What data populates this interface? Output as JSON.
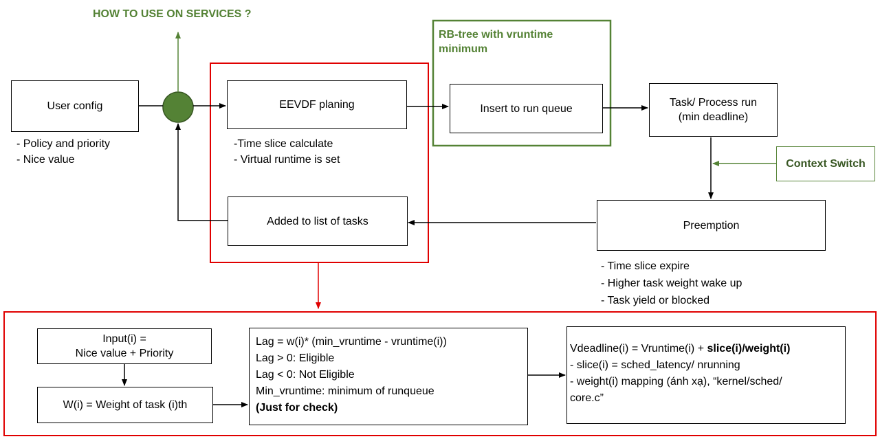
{
  "title": "HOW TO USE ON SERVICES ?",
  "colors": {
    "green": "#548235",
    "green_dark": "#385723",
    "red": "#e00000",
    "black": "#000000"
  },
  "boxes": {
    "user_config": "User config",
    "eevdf": "EEVDF  planing",
    "insert_queue": "Insert to run queue",
    "task_run": "Task/ Process run\n(min deadline)",
    "added_list": "Added to list of tasks",
    "preemption": "Preemption",
    "context_switch": "Context Switch"
  },
  "rbtree_label": "RB-tree with vruntime\nminimum",
  "notes": {
    "user_config": [
      "- Policy and priority",
      "- Nice value"
    ],
    "eevdf": [
      "-Time slice calculate",
      "- Virtual runtime is set"
    ],
    "preemption": [
      "- Time slice expire",
      "- Higher task weight wake up",
      "- Task yield or blocked"
    ]
  },
  "detail": {
    "input": "Input(i) =\nNice value + Priority",
    "weight": "W(i) = Weight of task (i)th",
    "lag_lines": [
      "Lag = w(i)* (min_vruntime  - vruntime(i))",
      "Lag > 0: Eligible",
      "Lag < 0: Not Eligible",
      "Min_vruntime: minimum of runqueue"
    ],
    "lag_bold": "(Just for check)",
    "vdeadline_prefix": "Vdeadline(i) = Vruntime(i) + ",
    "vdeadline_bold": "slice(i)/weight(i)",
    "vdeadline_lines": [
      "- slice(i) = sched_latency/ nrunning",
      "- weight(i) mapping (ánh xạ), “kernel/sched/",
      "core.c”"
    ]
  }
}
